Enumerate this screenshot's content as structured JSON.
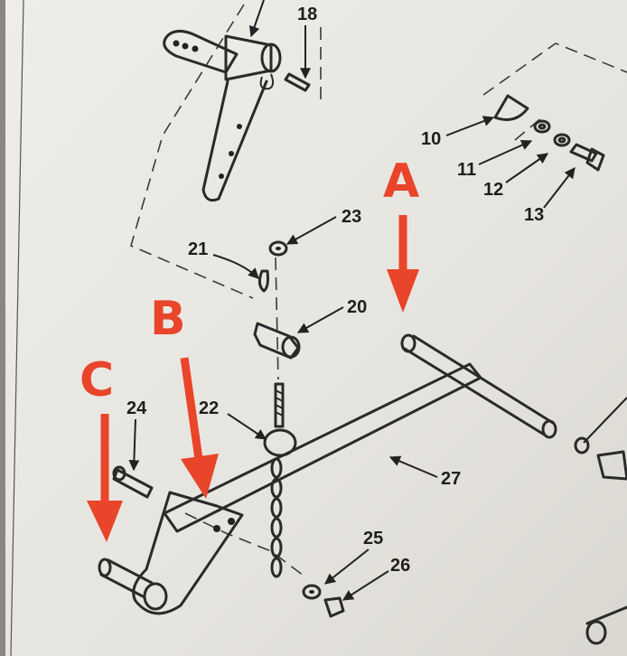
{
  "accent_color": "#e8452a",
  "part_numbers": {
    "p10": "10",
    "p11": "11",
    "p12": "12",
    "p13": "13",
    "p18": "18",
    "p20": "20",
    "p21": "21",
    "p22": "22",
    "p23": "23",
    "p24": "24",
    "p25": "25",
    "p26": "26",
    "p27": "27"
  },
  "callouts": {
    "a": "A",
    "b": "B",
    "c": "C"
  }
}
